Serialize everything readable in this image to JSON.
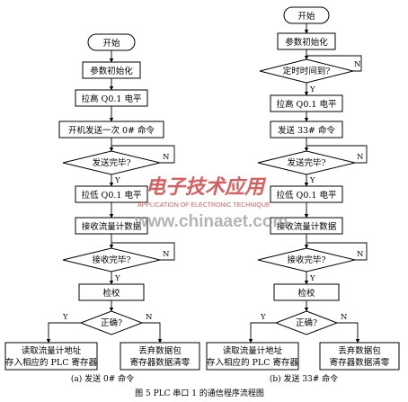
{
  "flow_a": {
    "start": "开始",
    "init": "参数初始化",
    "raise_q01": "拉高 Q0.1 电平",
    "send_cmd": "开机发送一次 0# 命令",
    "send_done": "发送完毕?",
    "lower_q01": "拉低 Q0.1 电平",
    "recv_data": "接收流量计数据",
    "recv_done": "接收完毕?",
    "check": "检校",
    "correct": "正确?",
    "read_store_line1": "读取流量计地址",
    "read_store_line2": "存入相应的 PLC 寄存器",
    "discard_line1": "丢弃数据包",
    "discard_line2": "寄存器数据清零",
    "caption": "(a) 发送 0# 命令"
  },
  "flow_b": {
    "start": "开始",
    "init": "参数初始化",
    "timer": "定时时间到?",
    "raise_q01": "拉高 Q0.1 电平",
    "send_cmd": "发送 33# 命令",
    "send_done": "发送完毕?",
    "lower_q01": "拉低 Q0.1 电平",
    "recv_data": "接收流量计数据",
    "recv_done": "接收完毕?",
    "check": "检校",
    "correct": "正确?",
    "read_store_line1": "读取流量计地址",
    "read_store_line2": "存入相应的 PLC 寄存器",
    "discard_line1": "丢弃数据包",
    "discard_line2": "寄存器数据清零",
    "caption": "(b) 发送 33# 命令"
  },
  "labels": {
    "yes": "Y",
    "no": "N"
  },
  "figure_caption": "图 5 PLC 串口 1 的通信程序流程图",
  "watermark": {
    "brand_cn": "电子技术应用",
    "brand_en": "APPLICATION OF ELECTRONIC TECHNIQUE",
    "site": "www.chinaaet.com",
    "color": "#cc3333"
  }
}
